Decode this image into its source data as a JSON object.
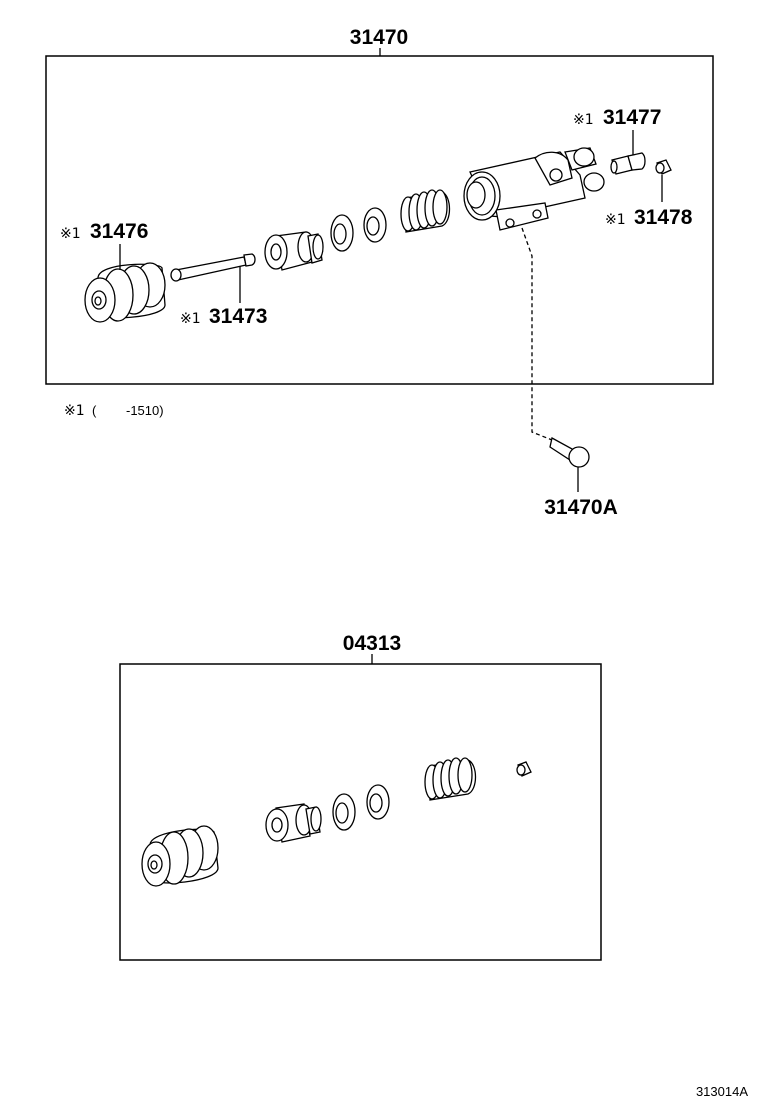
{
  "assembly_top": {
    "number": "31470",
    "parts": {
      "boot": {
        "number": "31476",
        "mark": "※1"
      },
      "push_rod": {
        "number": "31473",
        "mark": "※1"
      },
      "bleeder_plug": {
        "number": "31477",
        "mark": "※1"
      },
      "bleeder_cap": {
        "number": "31478",
        "mark": "※1"
      }
    }
  },
  "bolt": {
    "number": "31470A"
  },
  "footnote": {
    "mark": "※1",
    "open": "(",
    "range": "-1510)"
  },
  "assembly_kit": {
    "number": "04313"
  },
  "figure_code": "313014A"
}
